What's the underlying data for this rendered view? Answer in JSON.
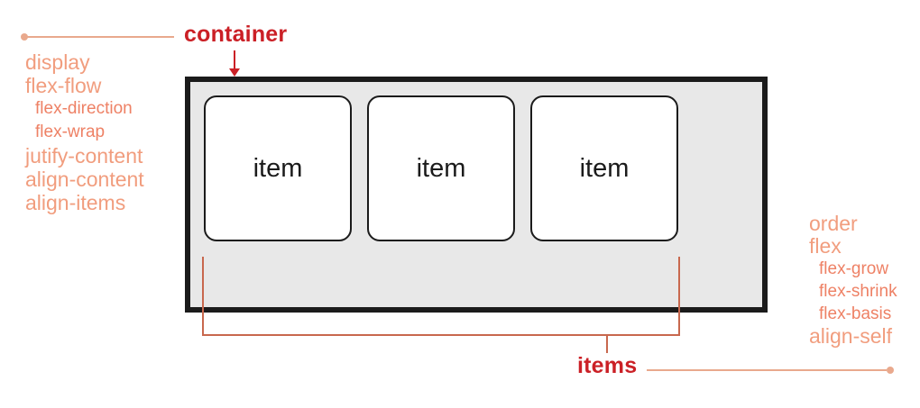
{
  "diagram": {
    "container_label": "container",
    "items_label": "items",
    "item_labels": [
      "item",
      "item",
      "item"
    ],
    "container_properties": [
      {
        "label": "display",
        "level": "main"
      },
      {
        "label": "flex-flow",
        "level": "main"
      },
      {
        "label": "flex-direction",
        "level": "sub"
      },
      {
        "label": "flex-wrap",
        "level": "sub"
      },
      {
        "label": "jutify-content",
        "level": "main"
      },
      {
        "label": "align-content",
        "level": "main"
      },
      {
        "label": "align-items",
        "level": "main"
      }
    ],
    "item_properties": [
      {
        "label": "order",
        "level": "main"
      },
      {
        "label": "flex",
        "level": "main"
      },
      {
        "label": "flex-grow",
        "level": "sub"
      },
      {
        "label": "flex-shrink",
        "level": "sub"
      },
      {
        "label": "flex-basis",
        "level": "sub"
      },
      {
        "label": "align-self",
        "level": "main"
      }
    ]
  },
  "colors": {
    "callout_red": "#cb2026",
    "prop_main_salmon": "#f19d7e",
    "prop_sub_salmon": "#ee8165",
    "leader_salmon": "#e9a98d",
    "bracket_brick": "#c8684e",
    "container_fill": "#e8e8e8",
    "outline_dark": "#1b1b1b",
    "item_fill": "#ffffff"
  }
}
